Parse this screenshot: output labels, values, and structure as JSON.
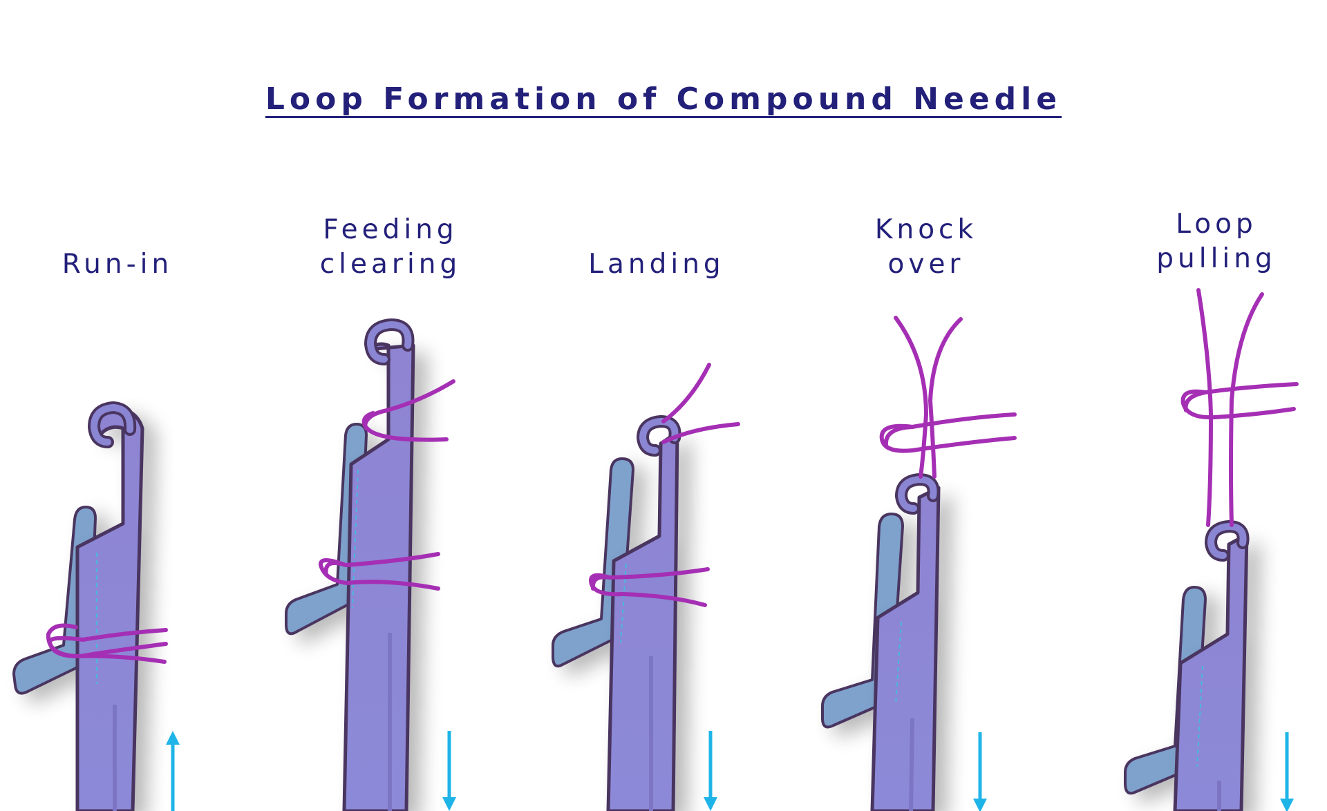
{
  "title": "Loop Formation of Compound Needle",
  "stages": [
    {
      "label": "Run-in",
      "motion": "up"
    },
    {
      "label": "Feeding\nclearing",
      "motion": "down"
    },
    {
      "label": "Landing",
      "motion": "down"
    },
    {
      "label": "Knock\nover",
      "motion": "down"
    },
    {
      "label": "Loop\npulling",
      "motion": "down"
    }
  ],
  "colors": {
    "title": "#23207a",
    "needle_fill": "#8a86d4",
    "needle_outline": "#4a3560",
    "closing_element": "#7ea2cc",
    "yarn": "#a52fb4",
    "arrow": "#1fb4e8"
  }
}
